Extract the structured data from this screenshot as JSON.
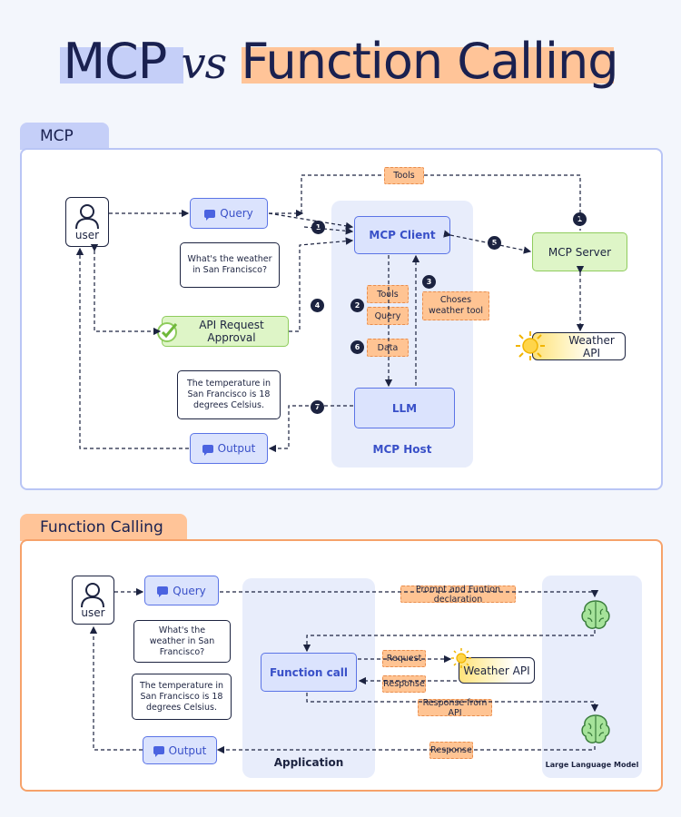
{
  "title": {
    "mcp": "MCP",
    "vs": "vs",
    "fc": "Function Calling"
  },
  "colors": {
    "blue": "#5b74e6",
    "orange": "#f6a26a",
    "green": "#8fcc5d",
    "navy": "#1c2340"
  },
  "mcp_section": {
    "tab": "MCP",
    "user": "user",
    "query": "Query",
    "query_bubble": "What's the weather in San Francisco?",
    "api_approval": "API Request Approval",
    "answer_bubble": "The temperature in San Francisco is 18 degrees Celsius.",
    "output": "Output",
    "mcp_client": "MCP Client",
    "llm": "LLM",
    "host_label": "MCP Host",
    "mcp_server": "MCP Server",
    "weather_api": "Weather API",
    "tools_top": "Tools",
    "tools": "Tools",
    "query_tag": "Query",
    "data": "Data",
    "choses": "Choses weather tool",
    "steps": [
      "1",
      "1",
      "2",
      "3",
      "4",
      "5",
      "6",
      "7"
    ]
  },
  "fc_section": {
    "tab": "Function Calling",
    "user": "user",
    "query": "Query",
    "query_bubble": "What's the weather in San Francisco?",
    "answer_bubble": "The temperature in San Francisco is 18 degrees Celsius.",
    "output": "Output",
    "function_call": "Function call",
    "application": "Application",
    "weather_api": "Weather API",
    "prompt_decl": "Prompt and Funtion declaration",
    "request": "Request",
    "response": "Response",
    "response_from_api": "Response from API",
    "response_bottom": "Response",
    "llm_label": "Large Language Model"
  }
}
